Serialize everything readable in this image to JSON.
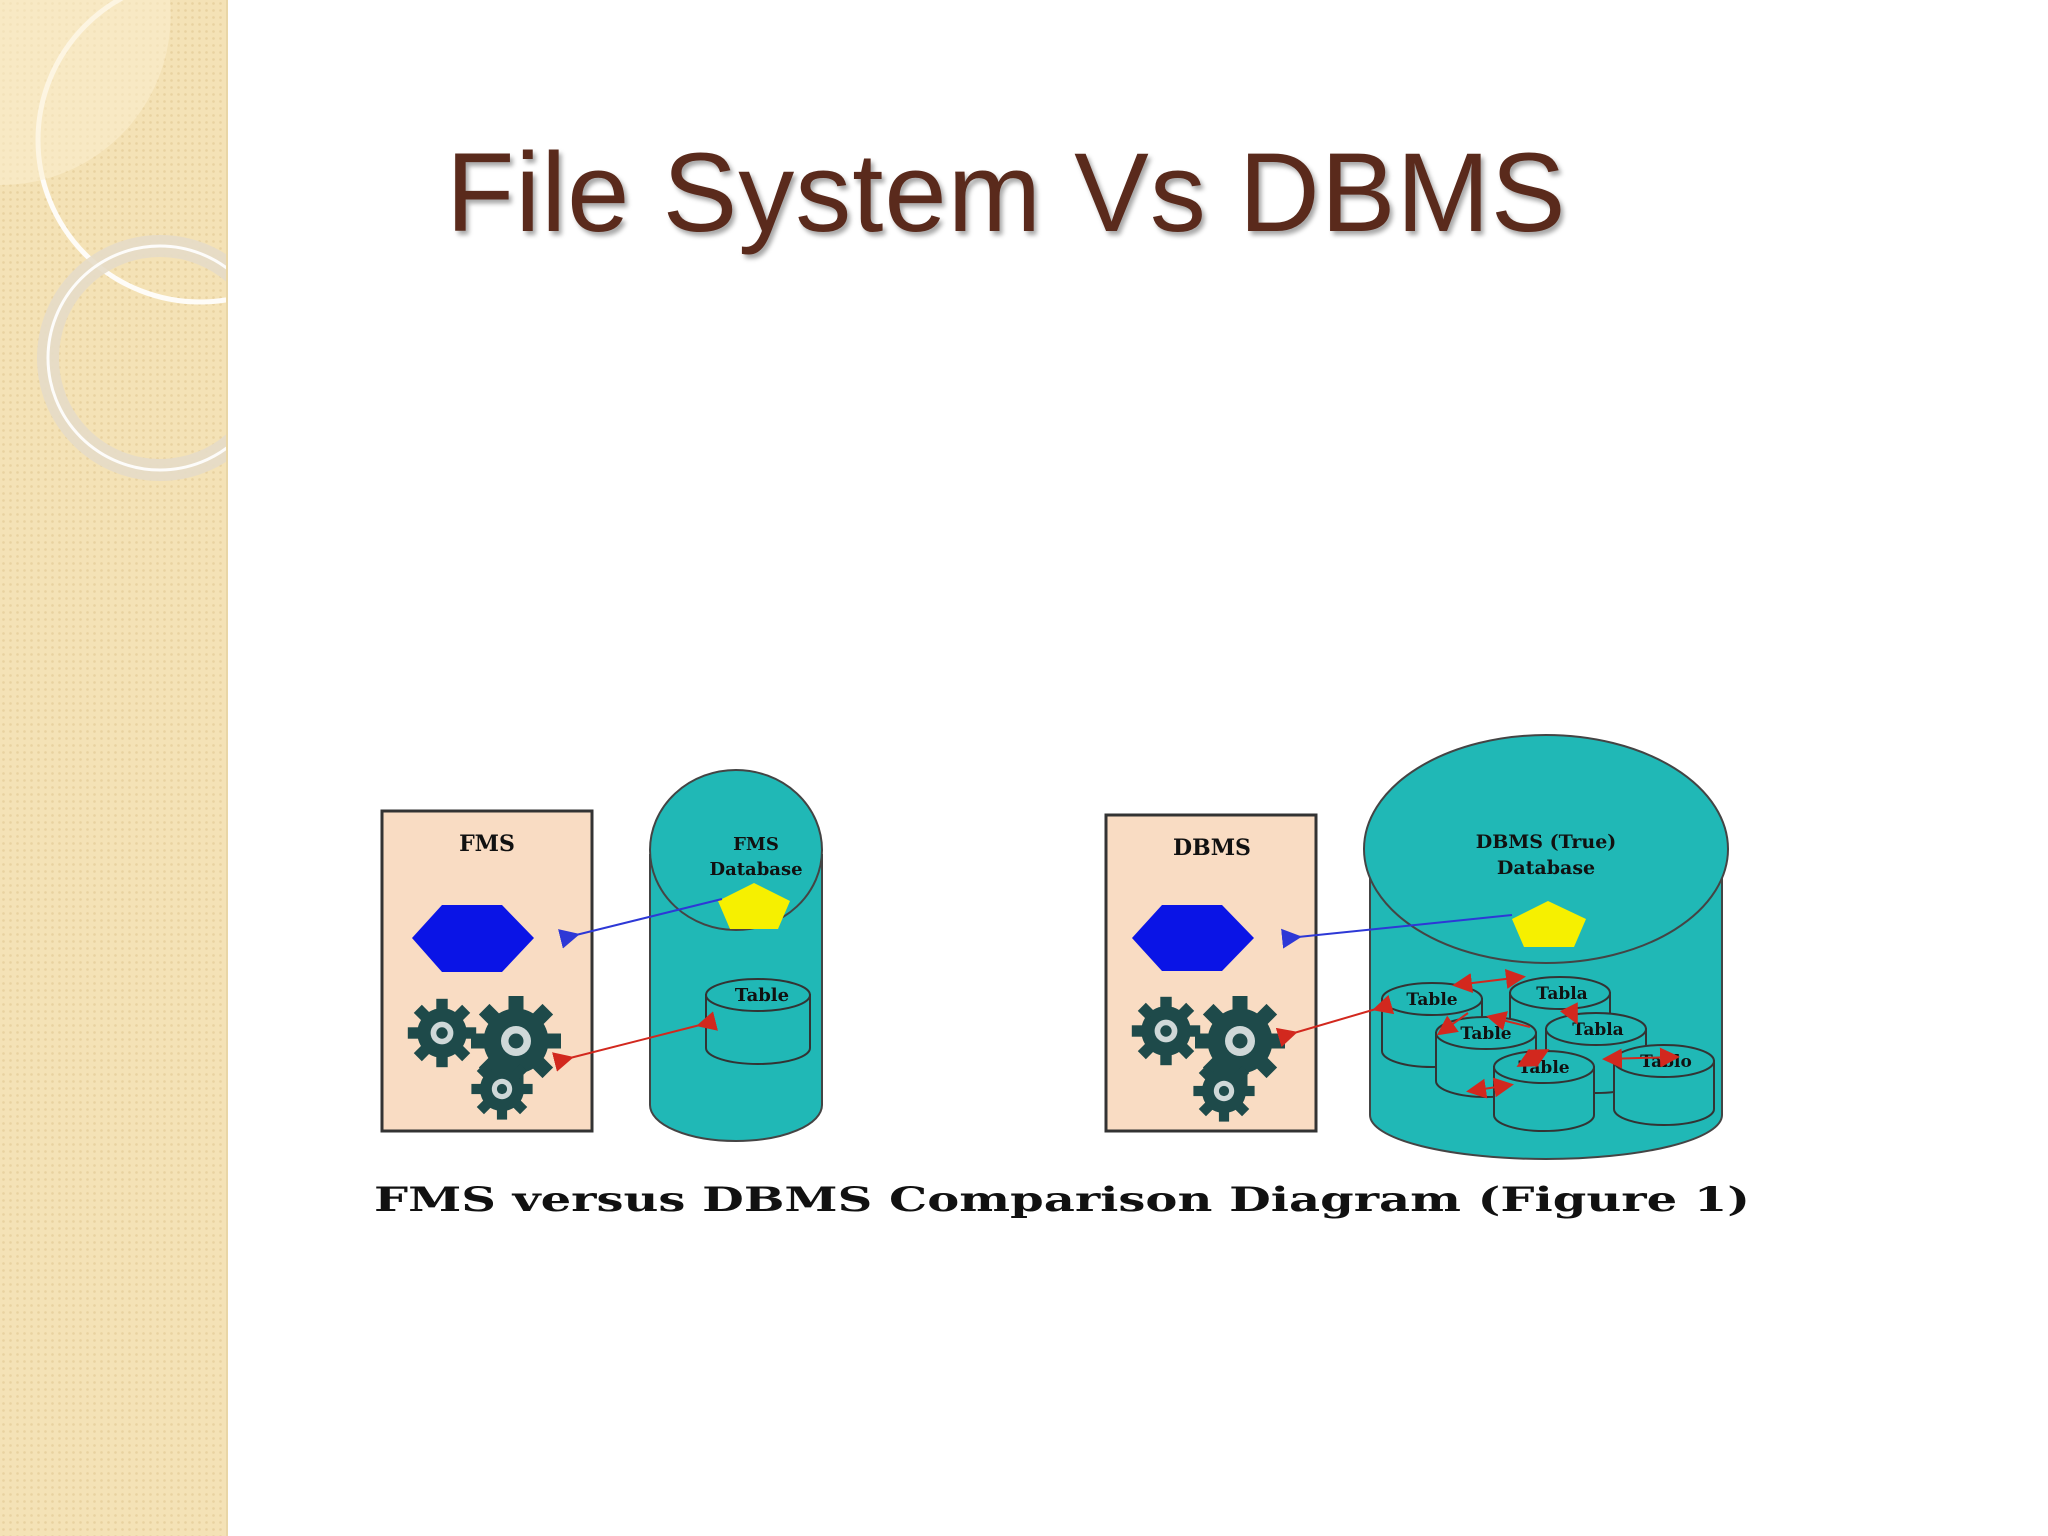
{
  "slide": {
    "title": "File System Vs DBMS"
  },
  "diagram": {
    "left_panel": {
      "system_label": "FMS",
      "database_label_line1": "FMS",
      "database_label_line2": "Database",
      "table_label": "Table"
    },
    "right_panel": {
      "system_label": "DBMS",
      "database_label_line1": "DBMS (True)",
      "database_label_line2": "Database",
      "table_labels": [
        "Table",
        "Tabla",
        "Table",
        "Tabla",
        "Table",
        "Tablo"
      ]
    },
    "caption": "FMS versus DBMS Comparison Diagram (Figure 1)"
  },
  "colors": {
    "title": "#5a2a1c",
    "side_band": "#f4e2b6",
    "app_box": "#f9dcc3",
    "database": "#20b8b6",
    "hexagon": "#0a14e6",
    "pentagon": "#f6f000",
    "gear": "#1e4a4a",
    "arrow_blue": "#2d38d6",
    "arrow_red": "#d2281e"
  },
  "icons": [
    "hexagon-icon",
    "pentagon-icon",
    "gears-icon"
  ]
}
